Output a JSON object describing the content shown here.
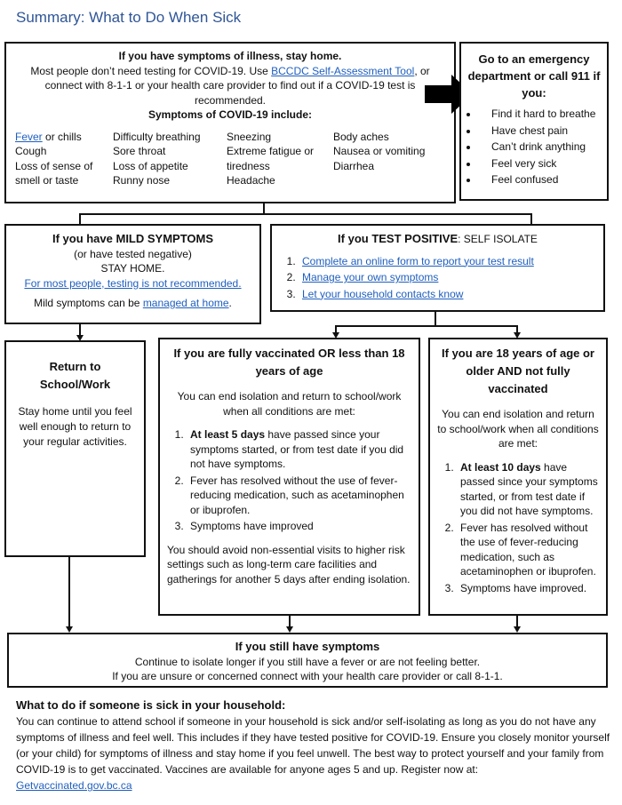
{
  "title": "Summary: What to Do When Sick",
  "top": {
    "heading": "If you have symptoms of illness, stay home.",
    "text1": "Most people don’t need testing for COVID-19. Use ",
    "link": "BCCDC Self-Assessment Tool",
    "text2": ", or connect with 8-1-1 or your health care provider to find out if a COVID-19 test is recommended.",
    "symptoms_heading": "Symptoms of COVID-19 include:",
    "symptoms_col1": {
      "fever_link": "Fever",
      "fever_rest": " or chills",
      "items": [
        "Cough",
        "Loss of sense of smell or taste"
      ]
    },
    "symptoms_col2": [
      "Difficulty breathing",
      "Sore throat",
      "Loss of appetite",
      "Runny nose"
    ],
    "symptoms_col3": [
      "Sneezing",
      "Extreme fatigue or tiredness",
      "Headache"
    ],
    "symptoms_col4": [
      "Body aches",
      "Nausea or vomiting",
      "Diarrhea"
    ]
  },
  "emergency": {
    "heading": "Go to an emergency department or call 911 if you:",
    "items": [
      "Find it hard to breathe",
      "Have chest pain",
      "Can’t drink anything",
      "Feel very sick",
      "Feel confused"
    ]
  },
  "mild": {
    "heading": "If you have MILD SYMPTOMS",
    "line1": "(or have tested negative)",
    "line2": "STAY HOME.",
    "link": "For most people, testing is not recommended.",
    "text": "Mild symptoms can be ",
    "link2": "managed at home",
    "end": "."
  },
  "positive": {
    "heading_bold": "If you TEST POSITIVE",
    "heading_rest": ": SELF ISOLATE",
    "items": [
      "Complete an online form to report your test result",
      "Manage your own symptoms",
      "Let your household contacts know"
    ]
  },
  "return": {
    "heading": "Return to School/Work",
    "text": "Stay home until you feel well enough to return to your regular activities."
  },
  "vaccinated": {
    "heading": "If you are fully vaccinated OR less than 18 years of age",
    "intro": "You can end isolation and return to school/work when all conditions are met:",
    "item1_bold": "At least 5 days",
    "item1_rest": " have passed since your symptoms started, or from test date if you did not have symptoms.",
    "item2": "Fever has resolved without the use of fever-reducing medication, such as acetaminophen or ibuprofen.",
    "item3": "Symptoms have improved",
    "note": "You should avoid non-essential visits to higher risk settings such as long-term care facilities and gatherings for another 5 days after ending isolation."
  },
  "adult": {
    "heading": "If you are 18 years of age or older AND not fully vaccinated",
    "intro": "You can end isolation and return to school/work when all conditions are met:",
    "item1_bold": "At least 10 days",
    "item1_rest": " have passed since your symptoms started, or from test date if you did not have symptoms.",
    "item2": "Fever has resolved without the use of fever-reducing medication, such as acetaminophen or ibuprofen.",
    "item3": "Symptoms have improved."
  },
  "still": {
    "heading": "If you still have symptoms",
    "line1": "Continue to isolate longer if you still have a fever or are not feeling better.",
    "line2": "If you are unsure or concerned connect with your health care provider or call 8-1-1."
  },
  "household": {
    "heading": "What to do if someone is sick in your household:",
    "text": "You can continue to attend school if someone in your household is sick and/or self-isolating as long as you do not have any symptoms of illness and feel well. This includes if they have tested positive for COVID-19. Ensure you closely monitor yourself (or your child) for symptoms of illness and stay home if you feel unwell. The best way to protect yourself and your family from COVID-19 is to get vaccinated. Vaccines are available for anyone ages 5 and up. Register now at:",
    "link": "Getvaccinated.gov.bc.ca"
  }
}
